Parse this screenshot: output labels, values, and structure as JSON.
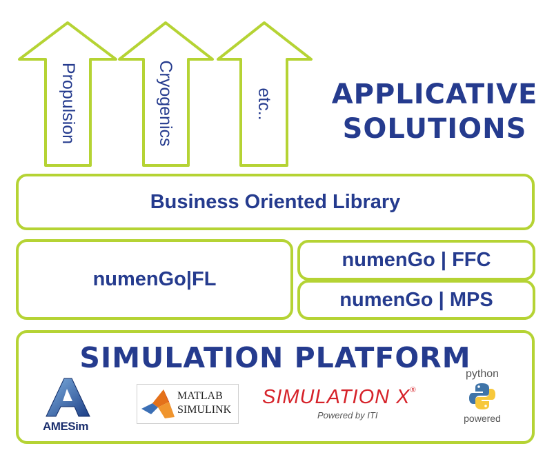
{
  "arrows": [
    {
      "label": "Propulsion"
    },
    {
      "label": "Cryogenics"
    },
    {
      "label": "etc.."
    }
  ],
  "applicative": {
    "line1": "APPLICATIVE",
    "line2": "SOLUTIONS"
  },
  "layers": {
    "business": "Business Oriented Library",
    "fl": "numenGo|FL",
    "ffc": "numenGo | FFC",
    "mps": "numenGo | MPS"
  },
  "platform": {
    "title": "SIMULATION PLATFORM",
    "logos": {
      "amesim": "AMESim",
      "matlab": "MATLAB",
      "simulink": "SIMULINK",
      "simx_main": "SIMULATION X",
      "simx_reg": "®",
      "simx_sub": "Powered by ITI",
      "python_top": "python",
      "python_bottom": "powered"
    }
  },
  "colors": {
    "accent": "#b5d334",
    "text": "#253b8e",
    "simx_red": "#d6232a"
  }
}
